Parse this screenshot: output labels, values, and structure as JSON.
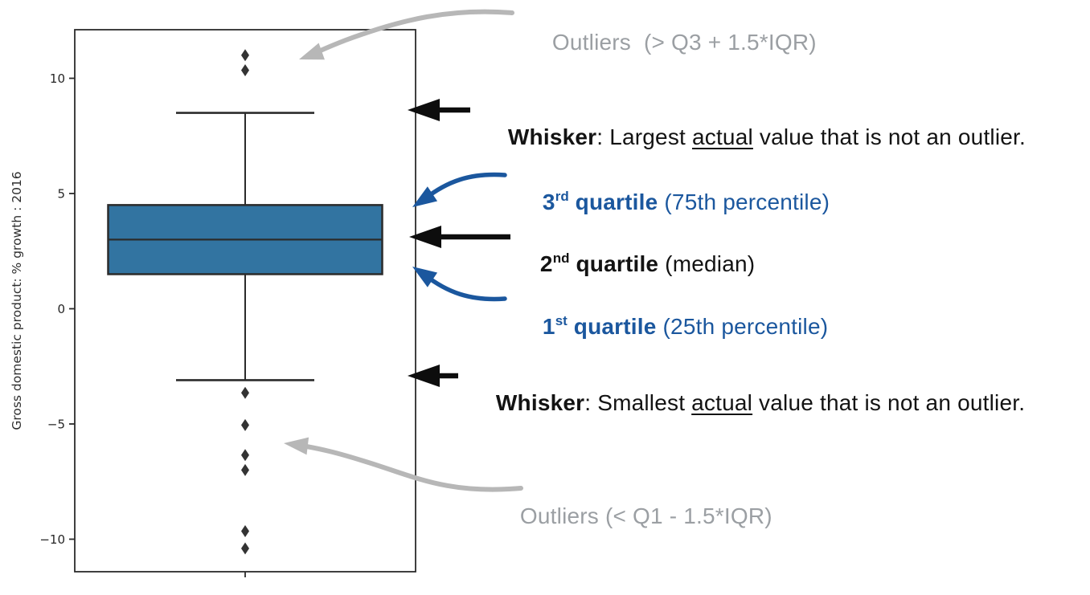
{
  "chart_data": {
    "type": "boxplot",
    "orientation": "vertical",
    "title": "",
    "xlabel": "",
    "ylabel": "Gross domestic product: % growth : 2016",
    "y_ticks": [
      10,
      5,
      0,
      -5,
      -10
    ],
    "ylim": [
      -11.4,
      12.1
    ],
    "grid": false,
    "box": {
      "q1": 1.5,
      "median": 3.0,
      "q3": 4.5,
      "iqr": 3.0,
      "whisker_high": 8.5,
      "whisker_low": -3.1
    },
    "outliers_high": [
      11.0,
      10.35
    ],
    "outliers_low": [
      -3.65,
      -5.05,
      -6.35,
      -7.0,
      -9.65,
      -10.4
    ],
    "box_fill": "#3274A1",
    "box_edge": "#2B2B2B",
    "outlier_marker": "diamond",
    "outlier_color": "#333333"
  },
  "annotations": {
    "outliers_high": {
      "text": "Outliers  (> Q3 + 1.5*IQR)",
      "color": "#9B9FA3"
    },
    "whisker_high": {
      "bold": "Whisker",
      "mid": ": Largest ",
      "underlined": "actual",
      "tail": " value that is not an outlier.",
      "color": "#131313"
    },
    "q3": {
      "num": "3",
      "sup": "rd",
      "word": " quartile",
      "paren": " (75th percentile)",
      "color": "#1B579E"
    },
    "median": {
      "num": "2",
      "sup": "nd",
      "word": " quartile",
      "paren": " (median)",
      "color": "#131313"
    },
    "q1": {
      "num": "1",
      "sup": "st",
      "word": " quartile",
      "paren": " (25th percentile)",
      "color": "#1B579E"
    },
    "whisker_low": {
      "bold": "Whisker",
      "mid": ": Smallest ",
      "underlined": "actual",
      "tail": " value that is not an outlier.",
      "color": "#131313"
    },
    "outliers_low": {
      "text": "Outliers (< Q1 - 1.5*IQR)",
      "color": "#9B9FA3"
    }
  },
  "colors": {
    "blue_accent": "#1B579E",
    "gray_accent": "#B7B7B7",
    "black_accent": "#0D0D0D",
    "box_fill": "#3274A1"
  }
}
